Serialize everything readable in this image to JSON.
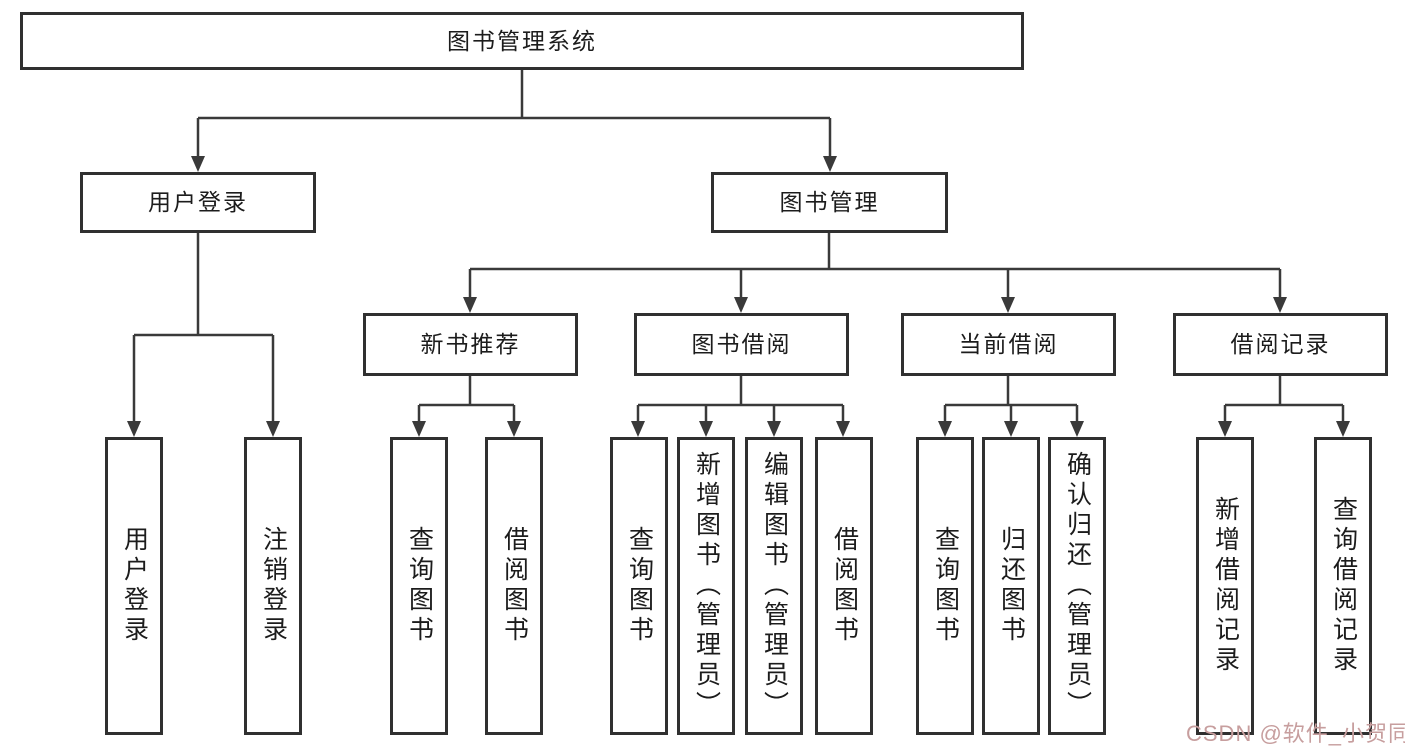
{
  "tree": {
    "root": {
      "label": "图书管理系统"
    },
    "branches": [
      {
        "label": "用户登录",
        "children": [
          {
            "label": "用户登录"
          },
          {
            "label": "注销登录"
          }
        ]
      },
      {
        "label": "图书管理",
        "children": [
          {
            "label": "新书推荐",
            "children": [
              {
                "label": "查询图书"
              },
              {
                "label": "借阅图书"
              }
            ]
          },
          {
            "label": "图书借阅",
            "children": [
              {
                "label": "查询图书"
              },
              {
                "label": "新增图书（管理员）"
              },
              {
                "label": "编辑图书（管理员）"
              },
              {
                "label": "借阅图书"
              }
            ]
          },
          {
            "label": "当前借阅",
            "children": [
              {
                "label": "查询图书"
              },
              {
                "label": "归还图书"
              },
              {
                "label": "确认归还（管理员）"
              }
            ]
          },
          {
            "label": "借阅记录",
            "children": [
              {
                "label": "新增借阅记录"
              },
              {
                "label": "查询借阅记录"
              }
            ]
          }
        ]
      }
    ]
  },
  "watermark": {
    "text": "CSDN @软件_小贺同学"
  },
  "colors": {
    "line": "#3a3a3a",
    "box_border": "#303030",
    "text": "#1c1c1c",
    "watermark": "#c79e9e",
    "background": "#ffffff"
  }
}
